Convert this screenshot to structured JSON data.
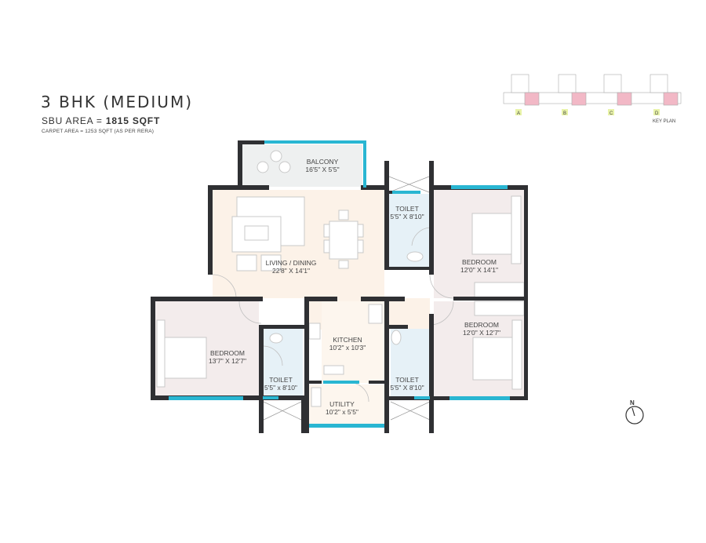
{
  "header": {
    "title": "3 BHK (MEDIUM)",
    "sbu_label": "SBU AREA = ",
    "sbu_value": "1815 SQFT",
    "carpet": "CARPET AREA = 1253 SQFT (AS PER RERA)"
  },
  "key_plan": {
    "label": "KEY PLAN",
    "units": [
      "A",
      "B",
      "C",
      "D"
    ],
    "highlight_color": "#f2b8c6"
  },
  "rooms": {
    "balcony": {
      "name": "BALCONY",
      "size": "16'5\" X 5'5\""
    },
    "living": {
      "name": "LIVING / DINING",
      "size": "22'8\" X 14'1\""
    },
    "toilet_top": {
      "name": "TOILET",
      "size": "5'5\" X 8'10\""
    },
    "bedroom_top_right": {
      "name": "BEDROOM",
      "size": "12'0\" X 14'1\""
    },
    "bedroom_bottom_right": {
      "name": "BEDROOM",
      "size": "12'0\" X 12'7\""
    },
    "kitchen": {
      "name": "KITCHEN",
      "size": "10'2\" x 10'3\""
    },
    "bedroom_left": {
      "name": "BEDROOM",
      "size": "13'7\" X 12'7\""
    },
    "toilet_left": {
      "name": "TOILET",
      "size": "5'5\" x 8'10\""
    },
    "utility": {
      "name": "UTILITY",
      "size": "10'2\" x 5'5\""
    },
    "toilet_right": {
      "name": "TOILET",
      "size": "5'5\" X 8'10\""
    }
  },
  "compass": {
    "label": "N"
  },
  "colors": {
    "wall": "#2f3033",
    "window": "#29b6d2",
    "living": "#fcf2e8",
    "bedroom": "#f3ecec",
    "toilet": "#e6f1f7"
  }
}
